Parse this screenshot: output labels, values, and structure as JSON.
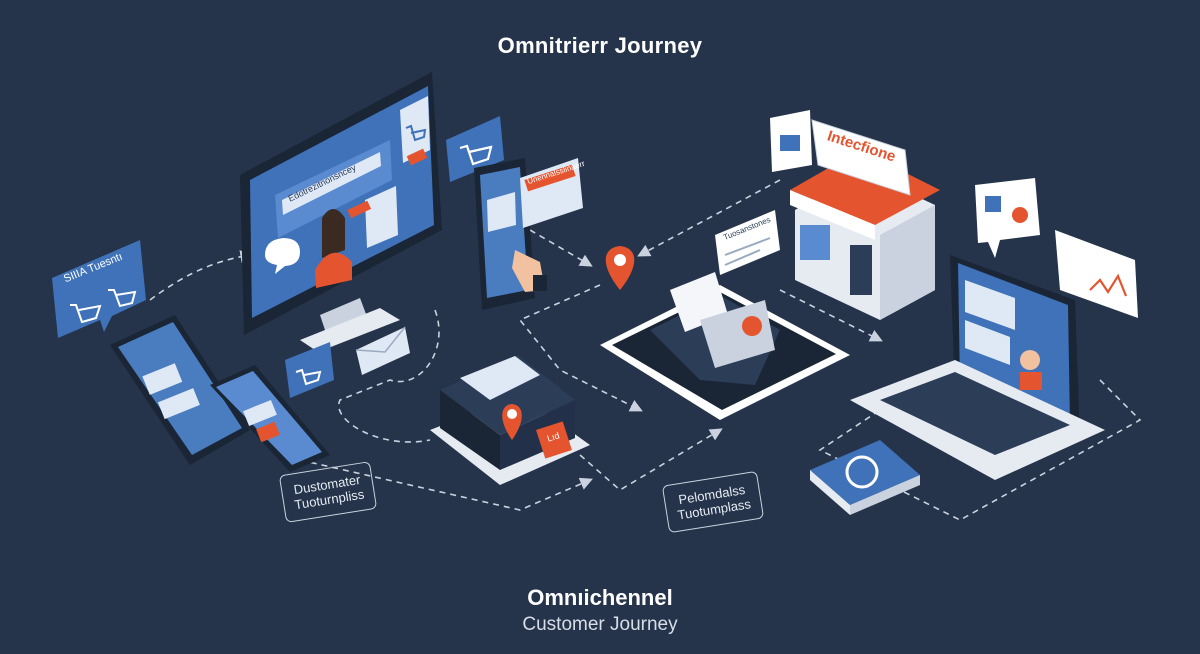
{
  "diagram": {
    "title_top": "Omnitrierr Journey",
    "title_main": "Omnıichennel",
    "title_sub": "Customer Journey",
    "labels": {
      "left_box": [
        "Dustomater",
        "Tuoturnpliss"
      ],
      "middle_box": [
        "Pelomdalss",
        "Tuotumplass"
      ],
      "store_sign": "Intecfione",
      "chat_bubble": "SIIIA Tuesntı",
      "monitor_banner": "Edotrezitnonsncey",
      "phone_bubble": "Unennalsslinaerr",
      "store_bubble": "Tuosanstones",
      "package_tag": "Lıd"
    },
    "colors": {
      "background": "#25344a",
      "accent": "#e4552f",
      "device_blue": "#3f72b8",
      "screen_light": "#dfe8f5",
      "line": "#c9d2de"
    },
    "icons": [
      "cart-icon",
      "location-pin-icon",
      "envelope-icon",
      "chat-icon",
      "payment-terminal-icon",
      "storefront-icon"
    ]
  }
}
